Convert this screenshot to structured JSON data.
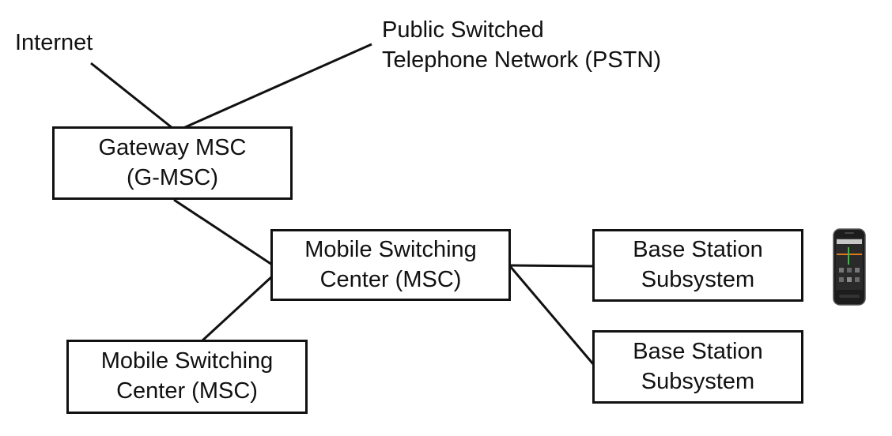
{
  "diagram": {
    "internet_label": "Internet",
    "pstn_label_line1": "Public Switched",
    "pstn_label_line2": "Telephone Network (PSTN)",
    "gateway": {
      "line1": "Gateway MSC",
      "line2": "(G-MSC)"
    },
    "msc_main": {
      "line1": "Mobile Switching",
      "line2": "Center (MSC)"
    },
    "msc_secondary": {
      "line1": "Mobile Switching",
      "line2": "Center (MSC)"
    },
    "bss_top": {
      "line1": "Base Station",
      "line2": "Subsystem"
    },
    "bss_bottom": {
      "line1": "Base Station",
      "line2": "Subsystem"
    },
    "icons": {
      "handset": "smartphone-icon"
    },
    "colors": {
      "line": "#111111",
      "box_border": "#111111",
      "background": "#ffffff"
    }
  }
}
